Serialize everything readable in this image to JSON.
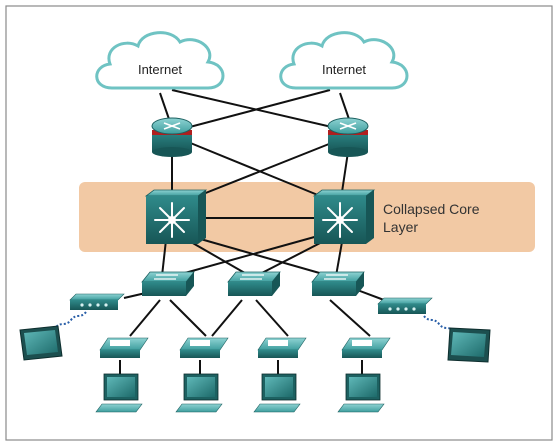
{
  "clouds": [
    {
      "label": "Internet"
    },
    {
      "label": "Internet"
    }
  ],
  "core_layer": {
    "label_line1": "Collapsed Core",
    "label_line2": "Layer"
  },
  "colors": {
    "frame": "#8a8a8a",
    "band": "#f2c9a4",
    "teal": "#2e8f8f",
    "teal_dark": "#1d6161",
    "teal_light": "#7ecaca",
    "router_red": "#b01e1e",
    "line": "#111111",
    "wireless": "#2a5fa8"
  }
}
